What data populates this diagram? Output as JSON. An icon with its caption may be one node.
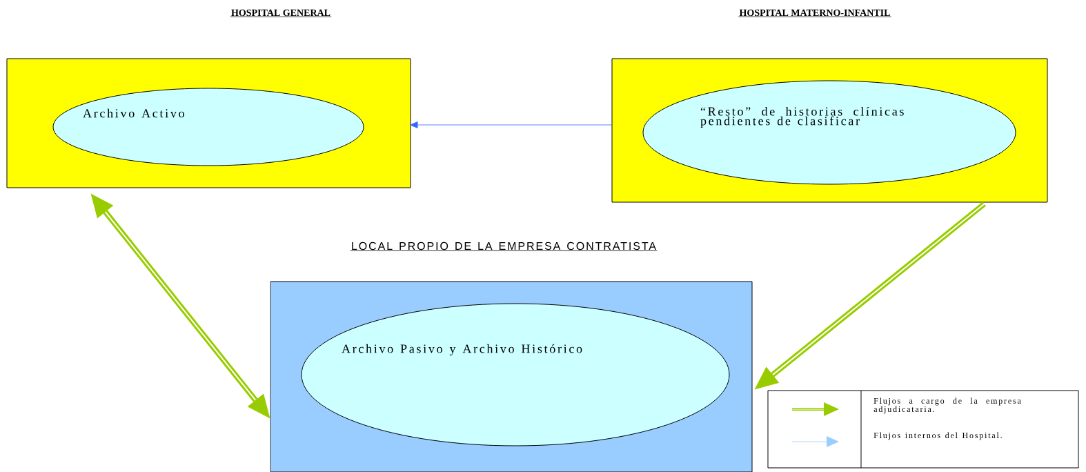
{
  "diagram": {
    "nodes": [
      {
        "text": [
          "HOSPITAL GENERAL"
        ]
      },
      {
        "text": [
          "Archivo Activo"
        ],
        "in": 0
      },
      {
        "text": [
          "HOSPITAL MATERNO-INFANTIL"
        ]
      },
      {
        "text": [
          "“Resto” de historias clínicas pendientes de clasificar"
        ],
        "in": 2
      },
      {
        "text": [
          "LOCAL PROPIO DE LA EMPRESA CONTRATISTA"
        ]
      },
      {
        "text": [
          "Archivo Pasivo y Archivo Histórico"
        ],
        "in": 4
      }
    ],
    "edges": [
      {
        "from": 2,
        "to": 0,
        "arrow": "to",
        "color": "#3366ff"
      },
      {
        "from": 0,
        "to": 4,
        "arrow": "both"
      },
      {
        "from": 2,
        "to": 4,
        "arrow": "to"
      }
    ],
    "legend": [
      {
        "text": "Flujos a cargo de la empresa adjudicataria."
      },
      {
        "text": "Flujos internos del Hospital."
      }
    ]
  }
}
